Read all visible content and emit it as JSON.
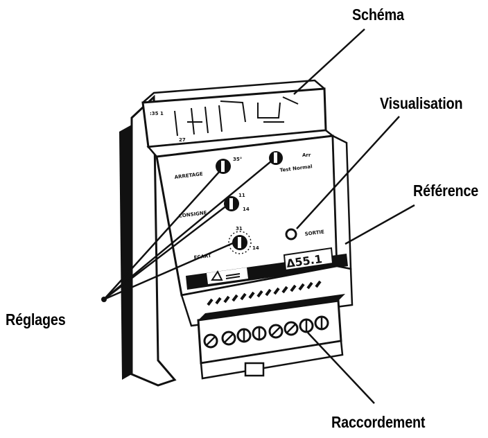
{
  "callouts": {
    "schema": "Schéma",
    "visualisation": "Visualisation",
    "reference": "Référence",
    "reglages": "Réglages",
    "raccordement": "Raccordement"
  },
  "device": {
    "model": "Δ55.1",
    "knob_labels": {
      "knob1_left": "ARRETAGE",
      "knob2_left": "CONSIGNE",
      "knob3_left": "ECART",
      "knob4_top": "Arr",
      "knob4_sub": "Test Normal",
      "led_label": "SORTIE"
    },
    "scale_marks": {
      "k1": "35°",
      "k2a": "11",
      "k2b": "14",
      "k3a": "31",
      "k3b": "14"
    },
    "schema_marks": {
      "left_top": ":35 1",
      "left_bottom": "27"
    }
  },
  "colors": {
    "ink": "#111111",
    "paper": "#ffffff",
    "shade": "#555555"
  }
}
